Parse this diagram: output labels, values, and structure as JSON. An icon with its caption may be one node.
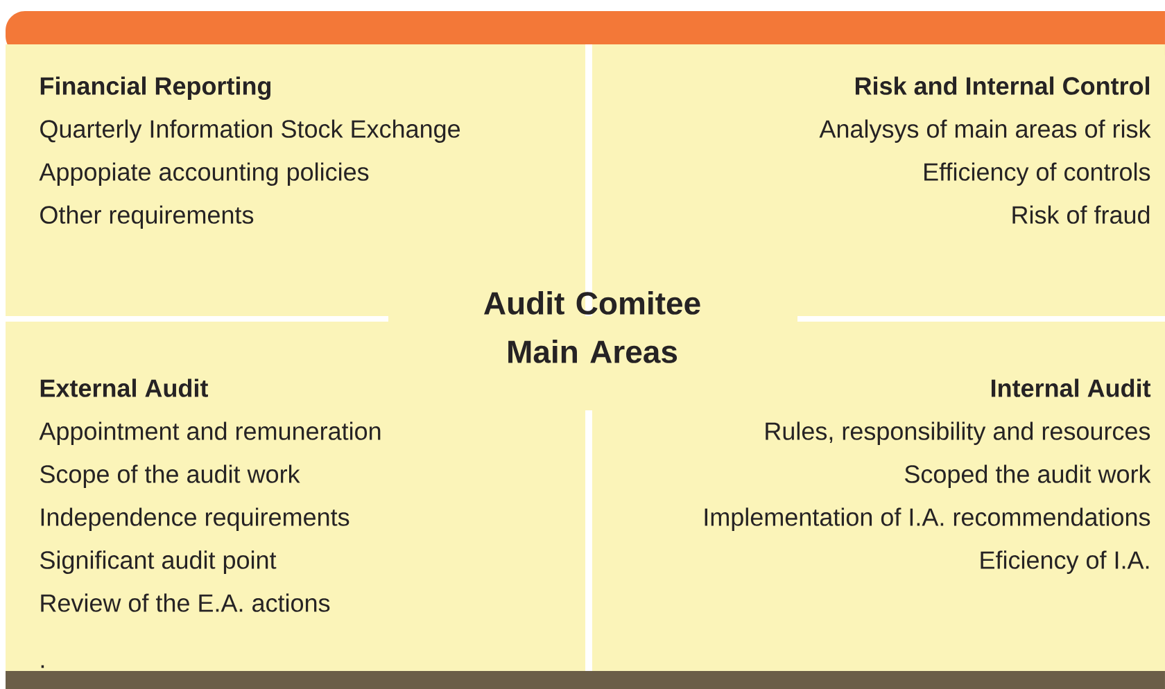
{
  "diagram": {
    "title": "Audit Comitee Main Areas",
    "nodes": [
      {
        "text": [
          "Financial Reporting",
          "Quarterly Information Stock Exchange",
          "Appopiate accounting policies",
          "Other requirements"
        ]
      },
      {
        "text": [
          "Risk and Internal Control",
          "Analysys of main areas of risk",
          "Efficiency of controls",
          "Risk of fraud"
        ]
      },
      {
        "text": [
          "External Audit",
          "Appointment and remuneration",
          "Scope of the audit work",
          "Independence requirements",
          "Significant audit point",
          "Review of the E.A. actions"
        ]
      },
      {
        "text": [
          "Internal Audit",
          "Rules, responsibility and resources",
          "Scoped the audit work",
          "Implementation of I.A. recommendations",
          "Eficiency of I.A."
        ]
      }
    ],
    "labels": [
      "."
    ]
  }
}
